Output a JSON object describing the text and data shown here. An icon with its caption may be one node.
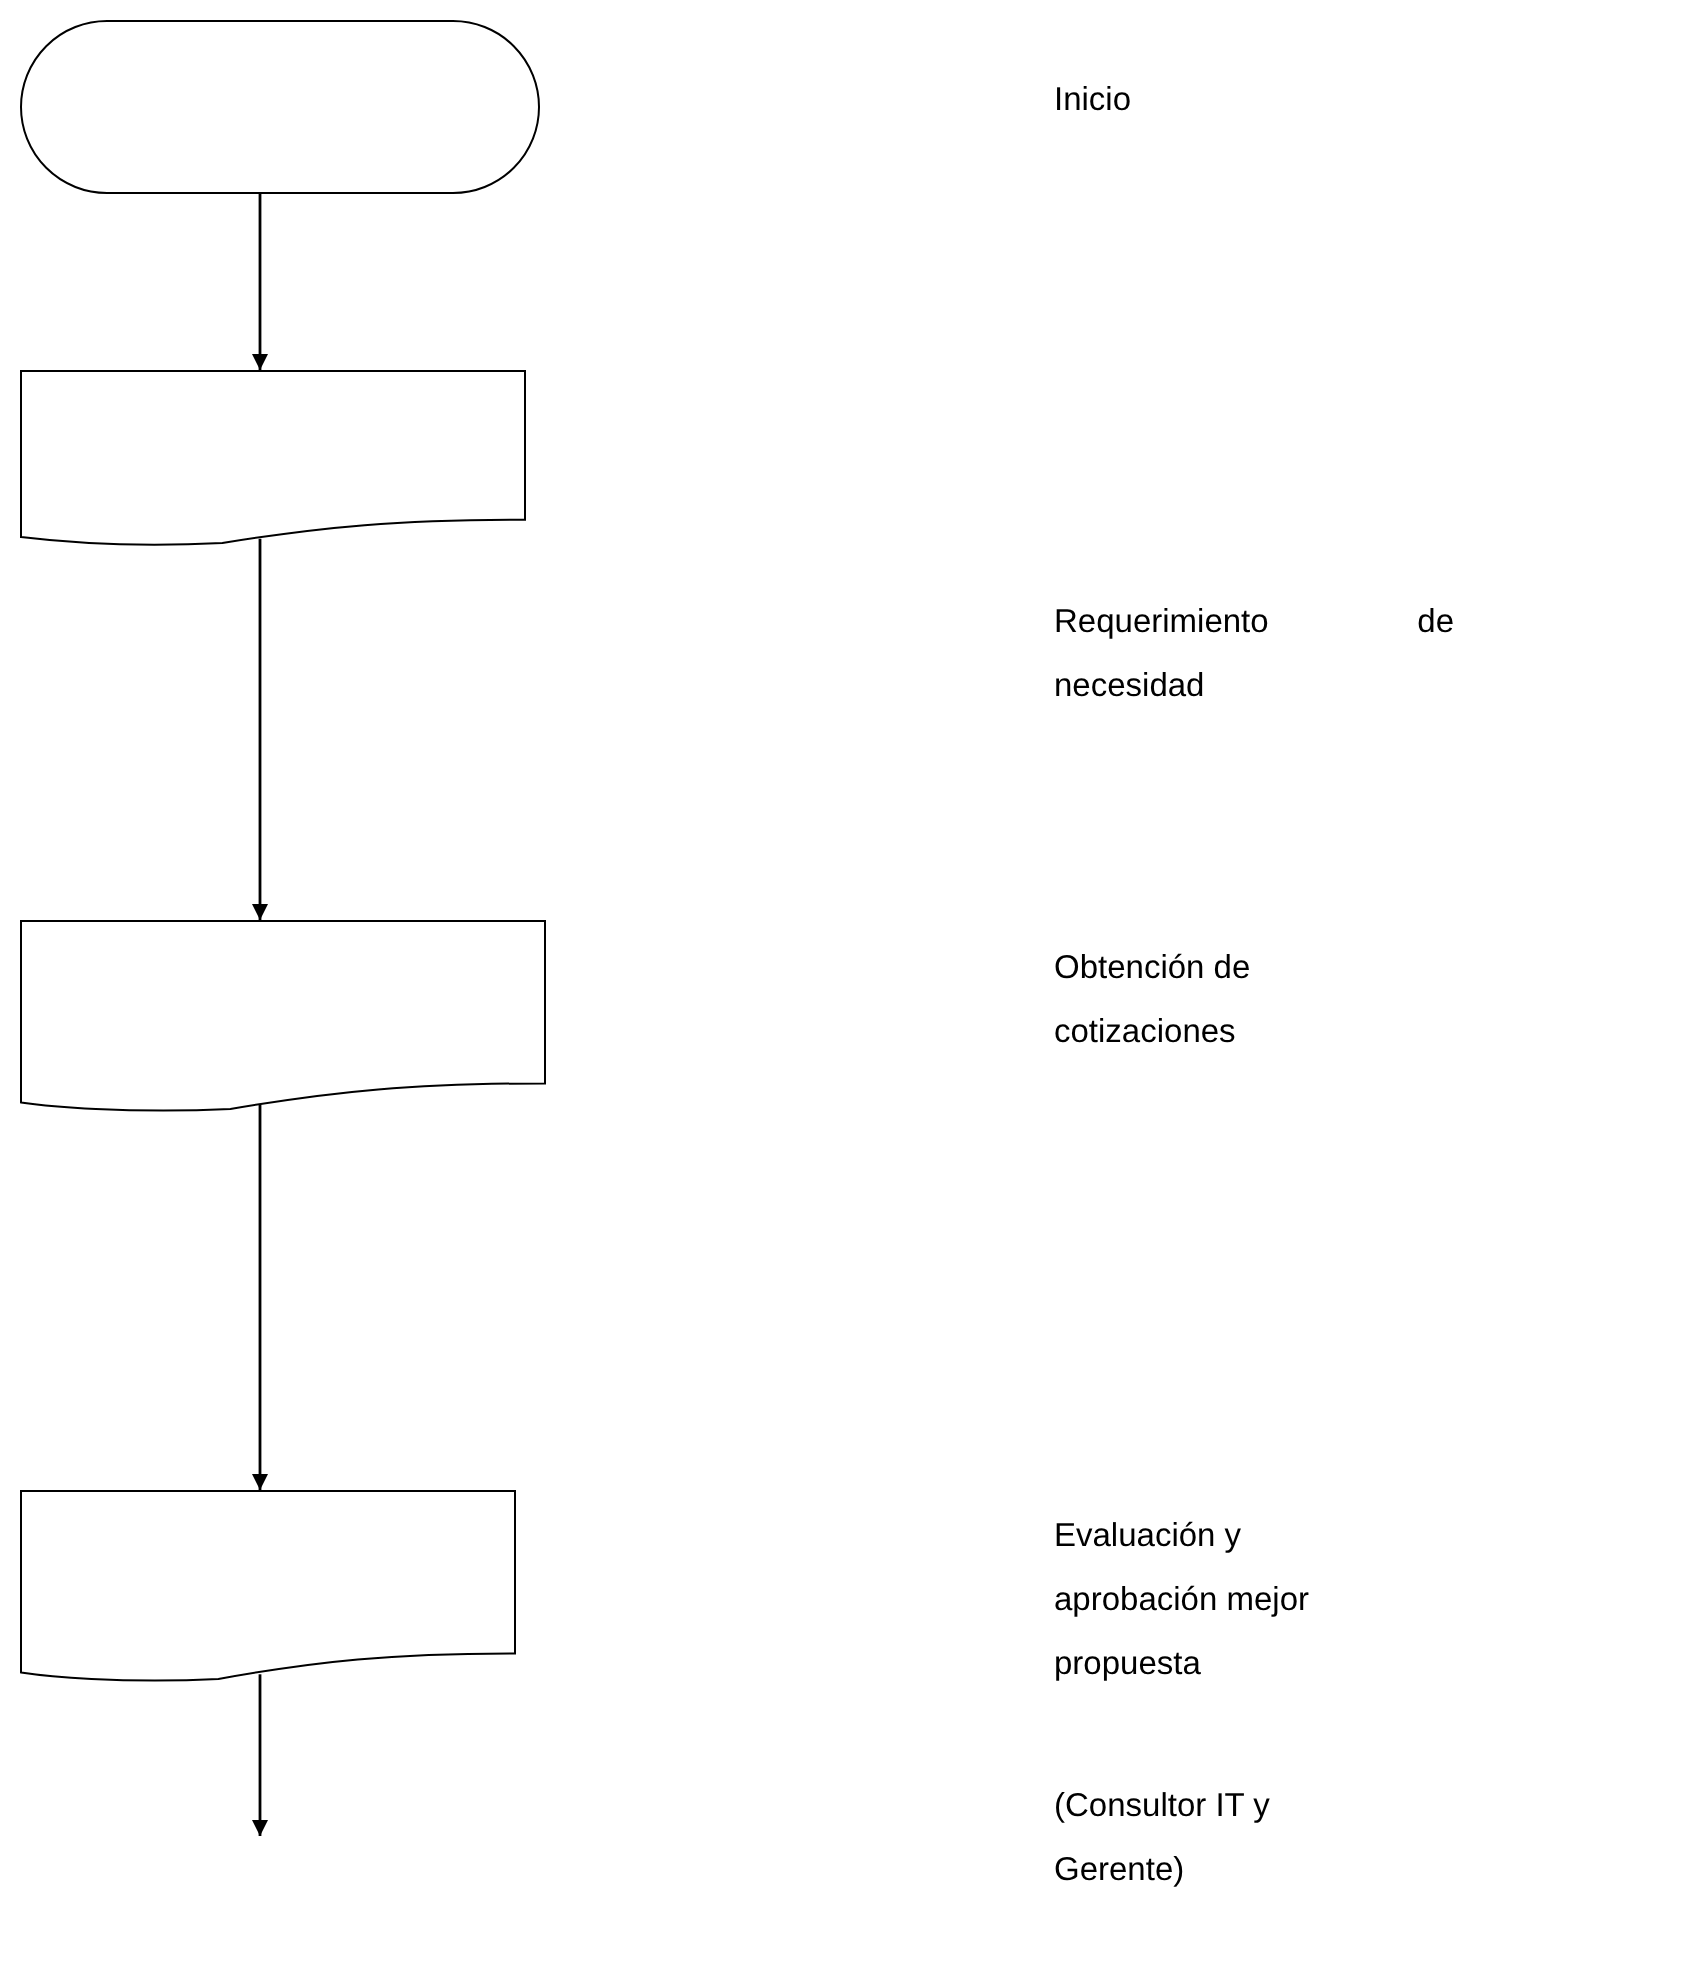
{
  "diagram": {
    "nodes": [
      {
        "text": [],
        "shape": "terminal"
      },
      {
        "text": [],
        "shape": "document"
      },
      {
        "text": [],
        "shape": "document"
      },
      {
        "text": [],
        "shape": "document"
      }
    ],
    "edges": [
      {
        "from": 0,
        "to": 1,
        "arrow": "to"
      },
      {
        "from": 1,
        "to": 2,
        "arrow": "to"
      },
      {
        "from": 2,
        "to": 3,
        "arrow": "to"
      },
      {
        "from": 3,
        "to": null,
        "arrow": "to"
      }
    ],
    "labels": [
      "Inicio",
      "Requerimiento de necesidad",
      "Obtención de cotizaciones",
      "Evaluación y aprobación mejor propuesta",
      "(Consultor IT y Gerente)"
    ]
  }
}
